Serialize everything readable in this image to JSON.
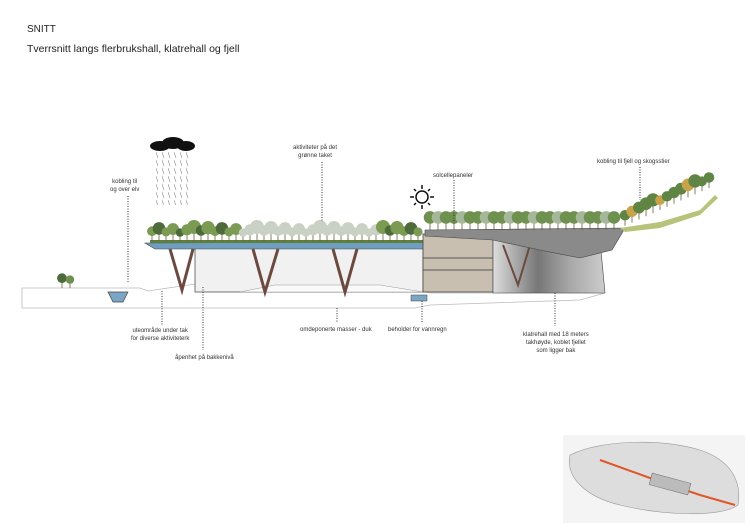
{
  "header": {
    "title": "SNITT",
    "subtitle": "Tverrsnitt langs flerbrukshall, klatrehall og fjell"
  },
  "labels": {
    "river": [
      "kobling til",
      "og over elv"
    ],
    "green_roof": [
      "aktiviteter på det",
      "grønne taket"
    ],
    "solar": "solcellepaneler",
    "mountain": "kobling til fjell og skogsstier",
    "outdoor": [
      "uteområde under tak",
      "for diverse aktiviteterk"
    ],
    "openness": "åpenhet på bakkenivå",
    "masses": "omdeponerte masser - duk",
    "rainwater": "beholder for vannregn",
    "climbing": [
      "klatrehall med 18 meters",
      "takhøyde, koblet fjellet",
      "som ligger bak"
    ]
  },
  "colors": {
    "roof_green": "#5d7f3a",
    "roof_blue": "#6e9fc0",
    "column": "#6b4a40",
    "wall": "#c9bfb1",
    "slab": "#8a8a8a",
    "map_route": "#e0572a"
  }
}
